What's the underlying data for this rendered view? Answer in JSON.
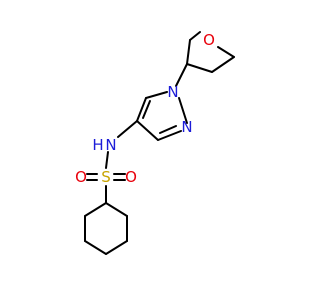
{
  "colors": {
    "bond": "#000000",
    "nitrogen": "#1c1cd8",
    "oxygen": "#e8000b",
    "sulfur": "#c8a400",
    "background": "#ffffff"
  },
  "atoms": {
    "ring_oxygen": "O",
    "pyrazole_n1": "N",
    "pyrazole_n2": "N",
    "amine_n": "N",
    "amine_h": "H",
    "sulfur": "S",
    "sulfonyl_o_left": "O",
    "sulfonyl_o_right": "O"
  }
}
